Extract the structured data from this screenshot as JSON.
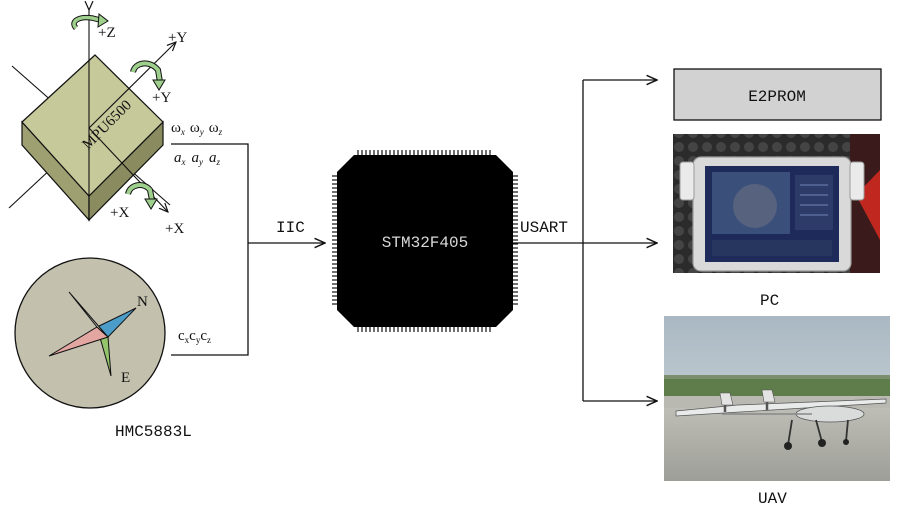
{
  "sensors": {
    "imu": {
      "chip_label": "MPU6500",
      "axes": {
        "z": "+Z",
        "y_top": "+Y",
        "y_arrow": "+Y",
        "x_arrow": "+X",
        "x_side": "+X"
      },
      "outputs_gyro": [
        "ω",
        "x",
        "ω",
        "y",
        "ω",
        "z"
      ],
      "outputs_accel": [
        "a",
        "x",
        "a",
        "y",
        "a",
        "z"
      ]
    },
    "magnetometer": {
      "name": "HMC5883L",
      "compass_n": "N",
      "compass_e": "E",
      "outputs": [
        "c",
        "x",
        "c",
        "y",
        "c",
        "z"
      ]
    }
  },
  "bus_in_label": "IIC",
  "mcu_label": "STM32F405",
  "bus_out_label": "USART",
  "targets": {
    "eeprom_label": "E2PROM",
    "pc_label": "PC",
    "uav_label": "UAV"
  },
  "colors": {
    "chip_top": "#c6c99a",
    "chip_side": "#9ea071",
    "compass_bg": "#c3c0ae",
    "compass_blue": "#4c9cc9",
    "compass_green": "#93c46b",
    "compass_pink": "#e4a6a1",
    "eeprom_bg": "#d2d2d2",
    "mcu_bg": "#000000",
    "rotation_arrow": "#9ecf8c"
  }
}
